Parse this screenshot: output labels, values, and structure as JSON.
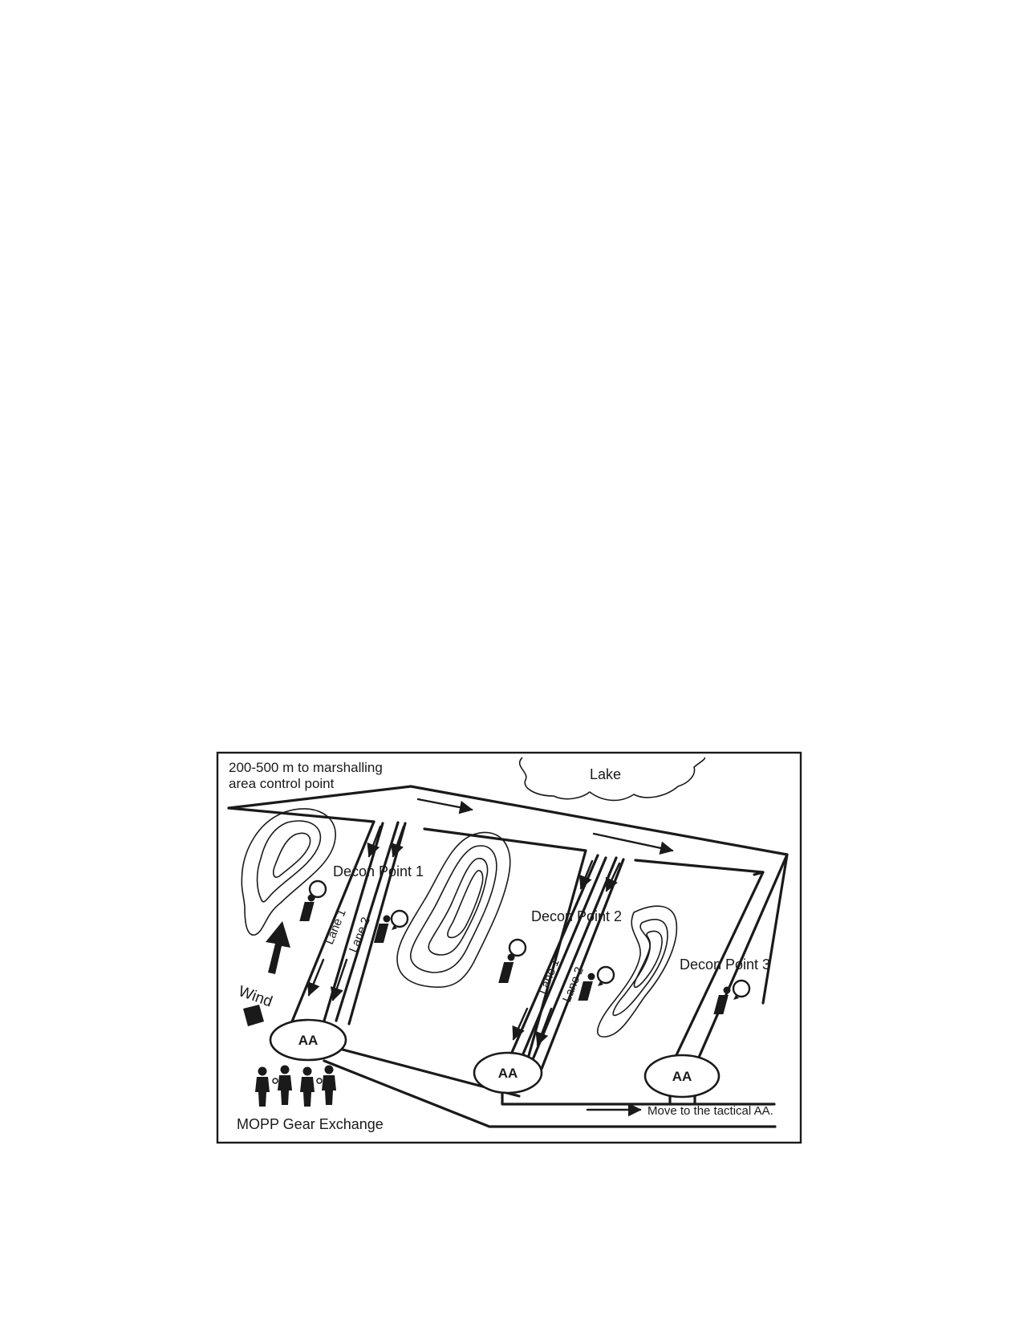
{
  "figure": {
    "control_point_label": [
      "200-500 m to marshalling",
      "area control point"
    ],
    "lake_label": "Lake",
    "decon_points": [
      "Decon Point 1",
      "Decon Point 2",
      "Decon Point 3"
    ],
    "lane_labels": [
      "Lane 1",
      "Lane 2"
    ],
    "wind_label": "Wind",
    "assembly_area_label": "AA",
    "mopp_label": "MOPP Gear Exchange",
    "move_label": "Move to the tactical AA."
  },
  "colors": {
    "ink": "#1a1a1a",
    "paper": "#ffffff"
  }
}
